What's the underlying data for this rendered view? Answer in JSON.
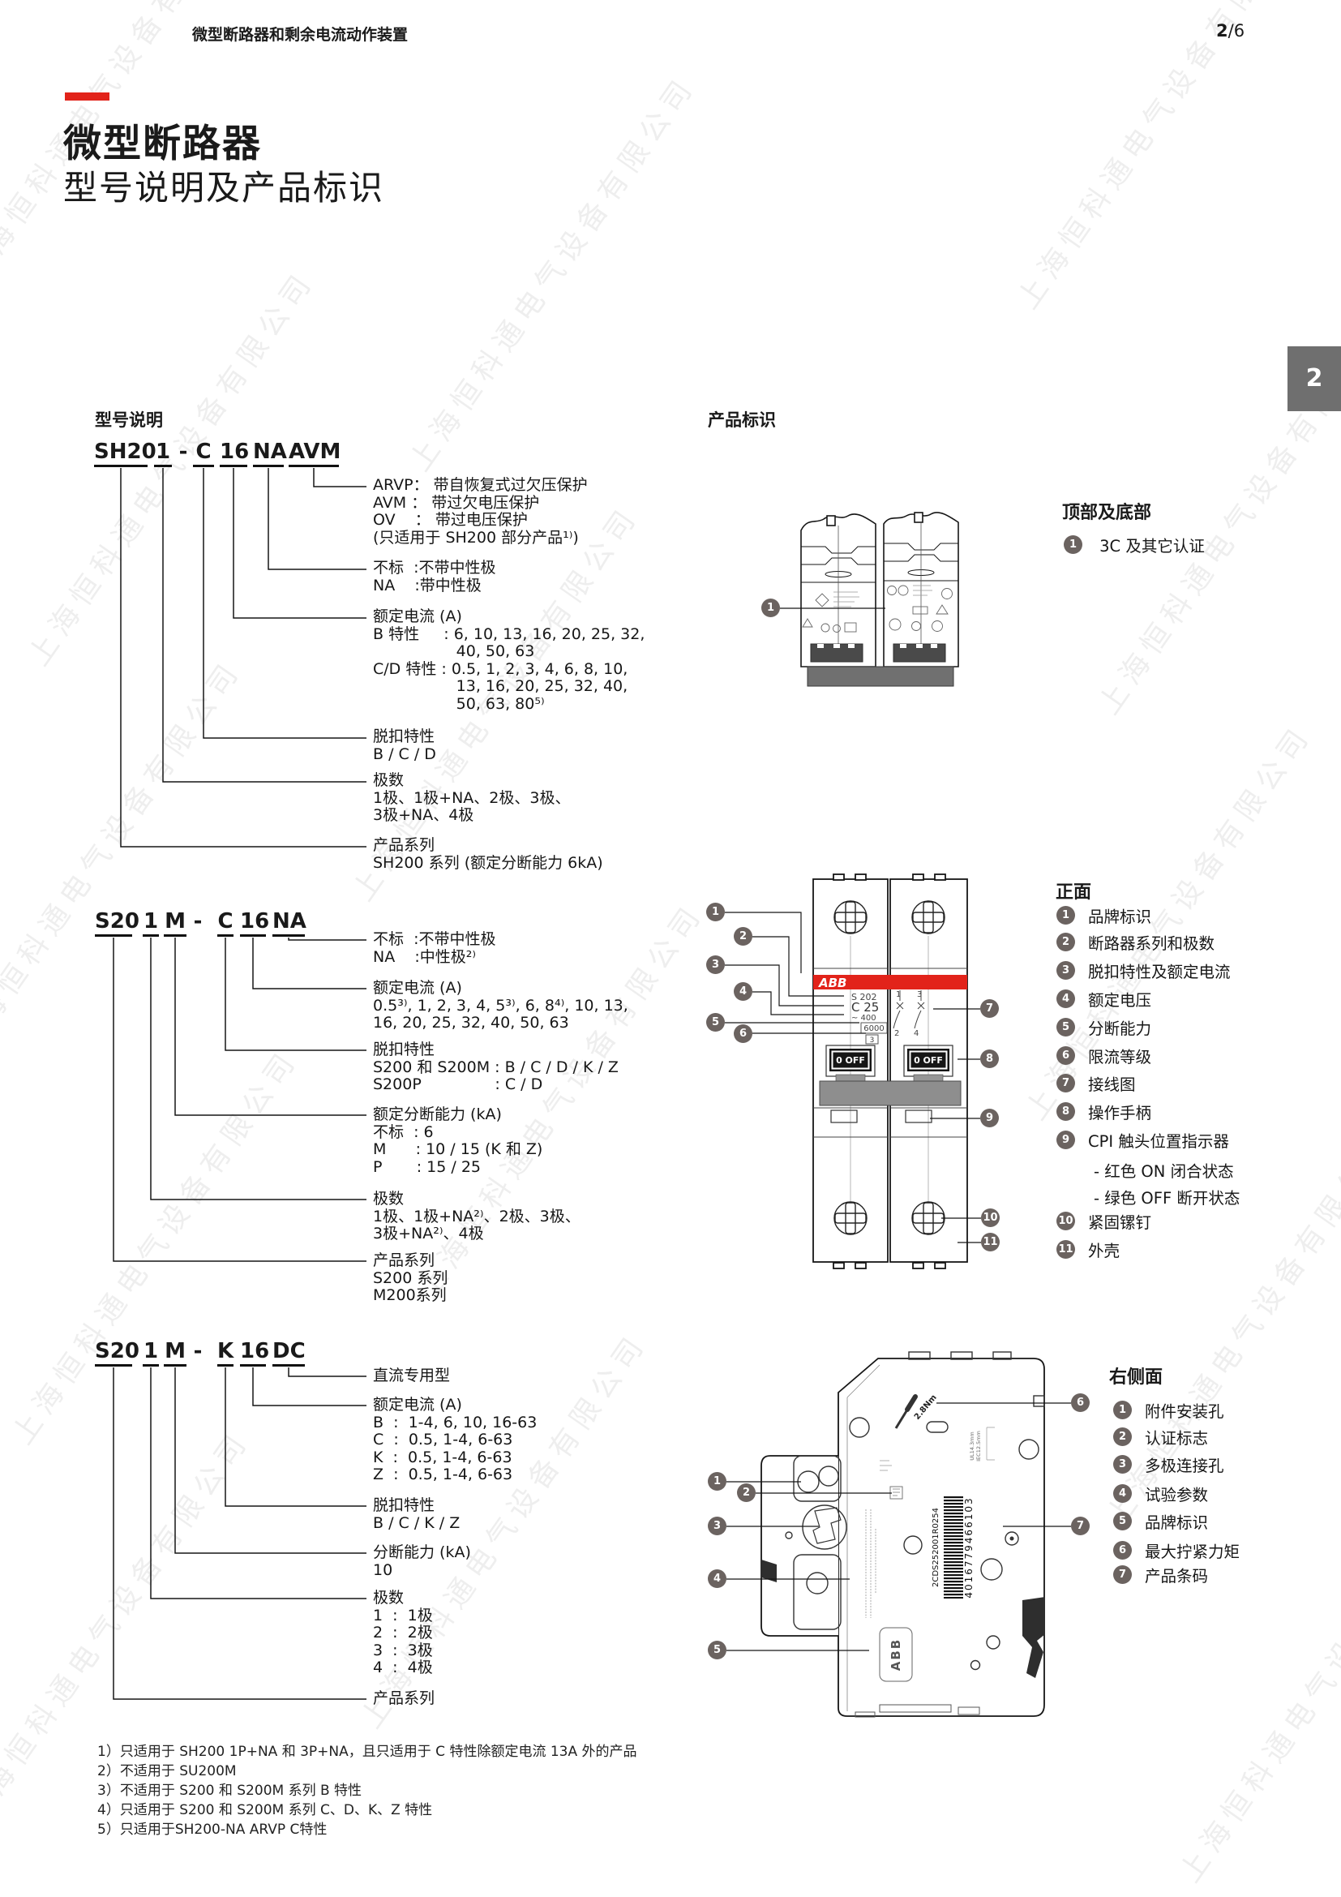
{
  "page": {
    "header_title": "微型断路器和剩余电流动作装置",
    "page_number": "2",
    "page_total": "/6",
    "side_tab": "2",
    "title": "微型断路器",
    "subtitle": "型号说明及产品标识",
    "watermark": "上海恒科通电气设备有限公司"
  },
  "models": {
    "heading": "型号说明",
    "m1": {
      "code": [
        "SH20",
        "1",
        "-",
        "C",
        "16",
        "NA",
        "AVM"
      ],
      "l1": [
        "ARVP： 带自恢复式过欠压保护",
        "AVM ： 带过欠电压保护",
        "OV    ： 带过电压保护",
        "(只适用于 SH200 部分产品¹⁾)"
      ],
      "l2": [
        "不标  :不带中性极",
        "NA    :带中性极"
      ],
      "l3": [
        "额定电流 (A)",
        "B 特性     : 6, 10, 13, 16, 20, 25, 32,",
        "                 40, 50, 63",
        "C/D 特性 : 0.5, 1, 2, 3, 4, 6, 8, 10,",
        "                 13, 16, 20, 25, 32, 40,",
        "                 50, 63, 80⁵⁾"
      ],
      "l4": [
        "脱扣特性",
        "B / C / D"
      ],
      "l5": [
        "极数",
        "1极、1极+NA、2极、3极、",
        "3极+NA、4极"
      ],
      "l6": [
        "产品系列",
        "SH200 系列 (额定分断能力 6kA)"
      ]
    },
    "m2": {
      "code": [
        "S20",
        "1",
        "M",
        "-",
        "C",
        "16",
        "NA"
      ],
      "l1": [
        "不标  :不带中性极",
        "NA    :中性极²⁾"
      ],
      "l2": [
        "额定电流 (A)",
        "0.5³⁾, 1, 2, 3, 4, 5³⁾, 6, 8⁴⁾, 10, 13,",
        "16, 20, 25, 32, 40, 50, 63"
      ],
      "l3": [
        "脱扣特性",
        "S200 和 S200M : B / C / D / K / Z",
        "S200P               : C / D"
      ],
      "l4": [
        "额定分断能力 (kA)",
        "不标  : 6",
        "M      : 10 / 15 (K 和 Z)",
        "P       : 15 / 25"
      ],
      "l5": [
        "极数",
        "1极、1极+NA²⁾、2极、3极、",
        "3极+NA²⁾、4极"
      ],
      "l6": [
        "产品系列",
        "S200 系列",
        "M200系列"
      ]
    },
    "m3": {
      "code": [
        "S20",
        "1",
        "M",
        "-",
        "K",
        "16",
        "DC"
      ],
      "l1": [
        "直流专用型"
      ],
      "l2": [
        "额定电流 (A)",
        "B  :  1-4, 6, 10, 16-63",
        "C  :  0.5, 1-4, 6-63",
        "K  :  0.5, 1-4, 6-63",
        "Z  :  0.5, 1-4, 6-63"
      ],
      "l3": [
        "脱扣特性",
        "B / C / K / Z"
      ],
      "l4": [
        "分断能力 (kA)",
        "10"
      ],
      "l5": [
        "极数",
        "1  :  1极",
        "2  :  2极",
        "3  :  3极",
        "4  :  4极"
      ],
      "l6": [
        "产品系列"
      ]
    }
  },
  "footnotes": [
    "1）只适用于 SH200 1P+NA 和 3P+NA，且只适用于 C 特性除额定电流 13A 外的产品",
    "2）不适用于 SU200M",
    "3）不适用于 S200 和 S200M 系列 B 特性",
    "4）只适用于 S200 和 S200M 系列 C、D、K、Z 特性",
    "5）只适用于SH200-NA ARVP C特性"
  ],
  "id": {
    "heading": "产品标识",
    "fig1": {
      "title": "顶部及底部",
      "items": [
        {
          "num": "1",
          "text": "3C 及其它认证"
        }
      ]
    },
    "fig2": {
      "title": "正面",
      "items": [
        {
          "num": "1",
          "text": "品牌标识"
        },
        {
          "num": "2",
          "text": "断路器系列和极数"
        },
        {
          "num": "3",
          "text": "脱扣特性及额定电流"
        },
        {
          "num": "4",
          "text": "额定电压"
        },
        {
          "num": "5",
          "text": "分断能力"
        },
        {
          "num": "6",
          "text": "限流等级"
        },
        {
          "num": "7",
          "text": "接线图"
        },
        {
          "num": "8",
          "text": "操作手柄"
        },
        {
          "num": "9",
          "text": "CPI 触头位置指示器"
        },
        {
          "text": "- 红色 ON 闭合状态"
        },
        {
          "text": "- 绿色 OFF 断开状态"
        },
        {
          "num": "10",
          "text": "紧固镙钉"
        },
        {
          "num": "11",
          "text": "外壳"
        }
      ]
    },
    "fig3": {
      "title": "右侧面",
      "items": [
        {
          "num": "1",
          "text": "附件安装孔"
        },
        {
          "num": "2",
          "text": "认证标志"
        },
        {
          "num": "3",
          "text": "多极连接孔"
        },
        {
          "num": "4",
          "text": "试验参数"
        },
        {
          "num": "5",
          "text": "品牌标识"
        },
        {
          "num": "6",
          "text": "最大拧紧力矩"
        },
        {
          "num": "7",
          "text": "产品条码"
        }
      ]
    }
  },
  "front": {
    "brand": "ABB",
    "series": "S 202",
    "rating": "C 25",
    "voltage": "~ 400",
    "energy": "6000",
    "climit": "3",
    "handle": "0 OFF",
    "t1": "1",
    "t2": "2",
    "t3": "3",
    "t4": "4"
  },
  "side": {
    "torque": "2.8Nm",
    "order_code": "2CDS252001R0254",
    "barcode_number": "4016779466103",
    "brand": "ABB",
    "clamp1": "UL14.3mm",
    "clamp2": "IEC12.5mm"
  }
}
